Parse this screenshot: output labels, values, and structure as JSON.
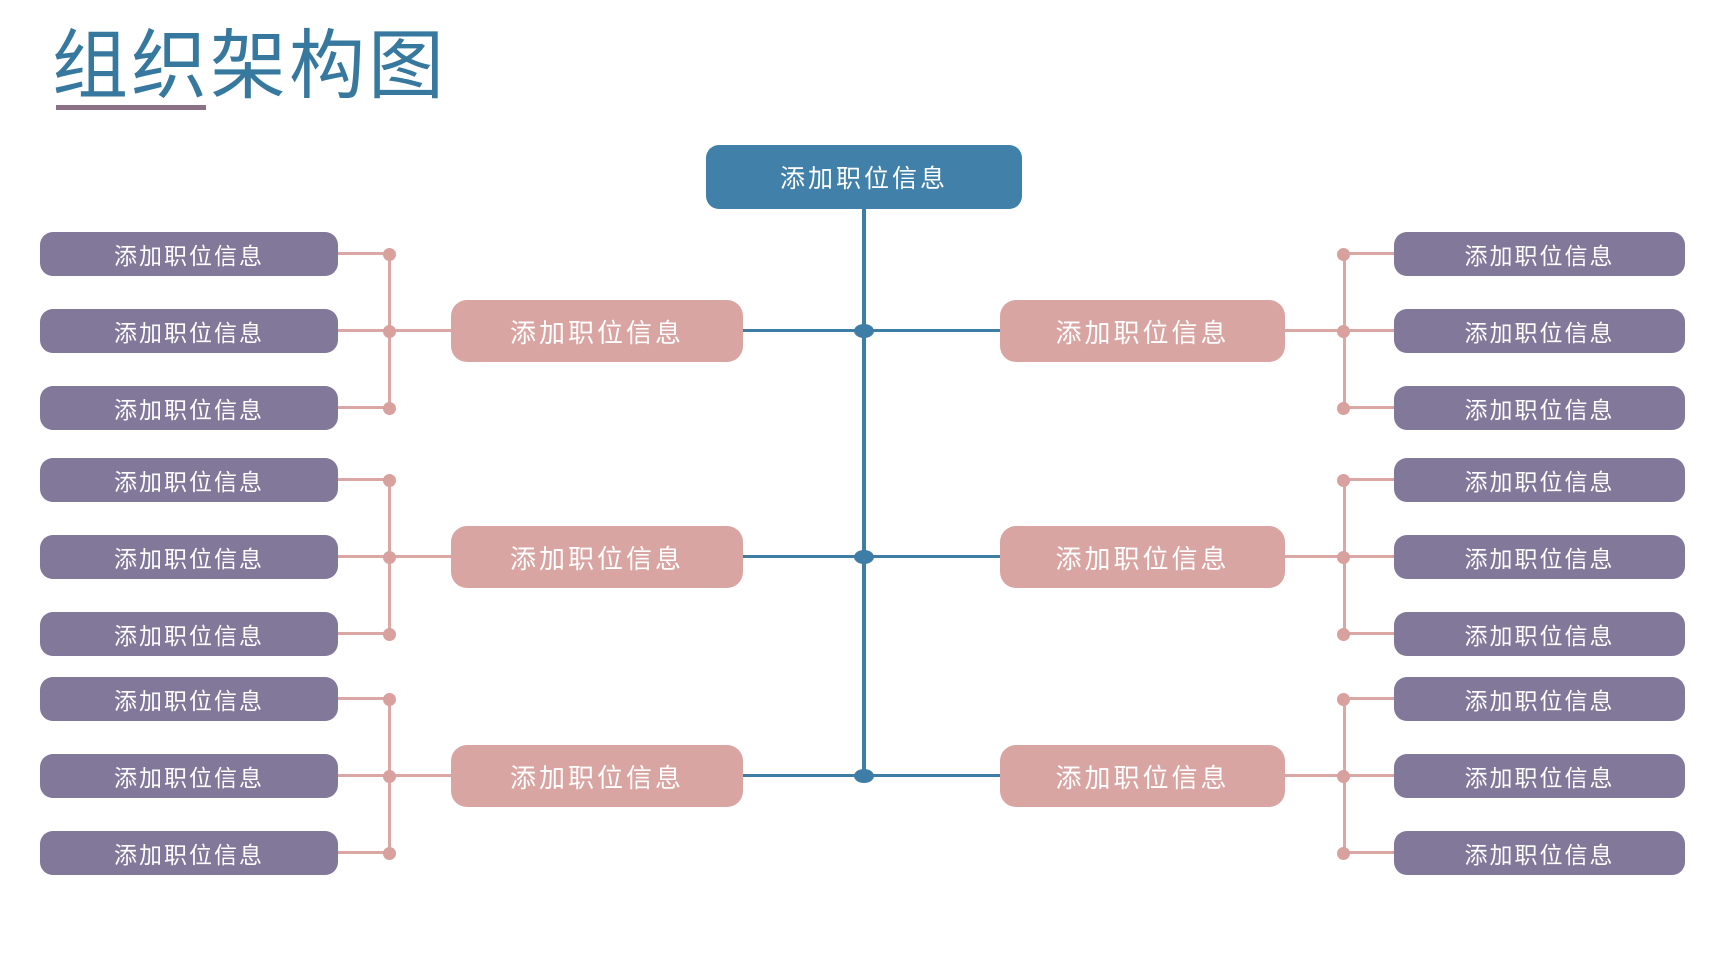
{
  "slide": {
    "title": "组织架构图",
    "background": "#ffffff"
  },
  "palette": {
    "title_color": "#36789e",
    "title_underline_color": "#8b7186",
    "root_fill": "#4180a8",
    "connector_blue": "#3e7da6",
    "branch_fill": "#d9a5a2",
    "connector_pink": "#daa7a4",
    "leaf_fill": "#81789a",
    "node_text_color": "#ffffff"
  },
  "org_chart": {
    "root": {
      "label": "添加职位信息"
    },
    "rows": [
      {
        "left": {
          "branch": {
            "label": "添加职位信息"
          },
          "leaves": [
            {
              "label": "添加职位信息"
            },
            {
              "label": "添加职位信息"
            },
            {
              "label": "添加职位信息"
            }
          ]
        },
        "right": {
          "branch": {
            "label": "添加职位信息"
          },
          "leaves": [
            {
              "label": "添加职位信息"
            },
            {
              "label": "添加职位信息"
            },
            {
              "label": "添加职位信息"
            }
          ]
        }
      },
      {
        "left": {
          "branch": {
            "label": "添加职位信息"
          },
          "leaves": [
            {
              "label": "添加职位信息"
            },
            {
              "label": "添加职位信息"
            },
            {
              "label": "添加职位信息"
            }
          ]
        },
        "right": {
          "branch": {
            "label": "添加职位信息"
          },
          "leaves": [
            {
              "label": "添加职位信息"
            },
            {
              "label": "添加职位信息"
            },
            {
              "label": "添加职位信息"
            }
          ]
        }
      },
      {
        "left": {
          "branch": {
            "label": "添加职位信息"
          },
          "leaves": [
            {
              "label": "添加职位信息"
            },
            {
              "label": "添加职位信息"
            },
            {
              "label": "添加职位信息"
            }
          ]
        },
        "right": {
          "branch": {
            "label": "添加职位信息"
          },
          "leaves": [
            {
              "label": "添加职位信息"
            },
            {
              "label": "添加职位信息"
            },
            {
              "label": "添加职位信息"
            }
          ]
        }
      }
    ]
  }
}
